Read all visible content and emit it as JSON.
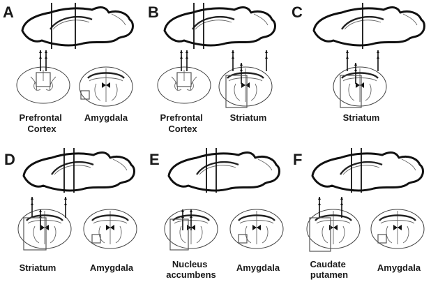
{
  "panels": [
    {
      "letter": "A",
      "labels": [
        [
          "Prefrontal",
          "Cortex"
        ],
        [
          "Amygdala"
        ]
      ]
    },
    {
      "letter": "B",
      "labels": [
        [
          "Prefrontal",
          "Cortex"
        ],
        [
          "Striatum"
        ]
      ]
    },
    {
      "letter": "C",
      "labels": [
        [
          "Striatum"
        ]
      ]
    },
    {
      "letter": "D",
      "labels": [
        [
          "Striatum"
        ],
        [
          "Amygdala"
        ]
      ]
    },
    {
      "letter": "E",
      "labels": [
        [
          "Nucleus",
          "accumbens"
        ],
        [
          "Amygdala"
        ]
      ]
    },
    {
      "letter": "F",
      "labels": [
        [
          "Caudate",
          "putamen"
        ],
        [
          "Amygdala"
        ]
      ]
    }
  ]
}
